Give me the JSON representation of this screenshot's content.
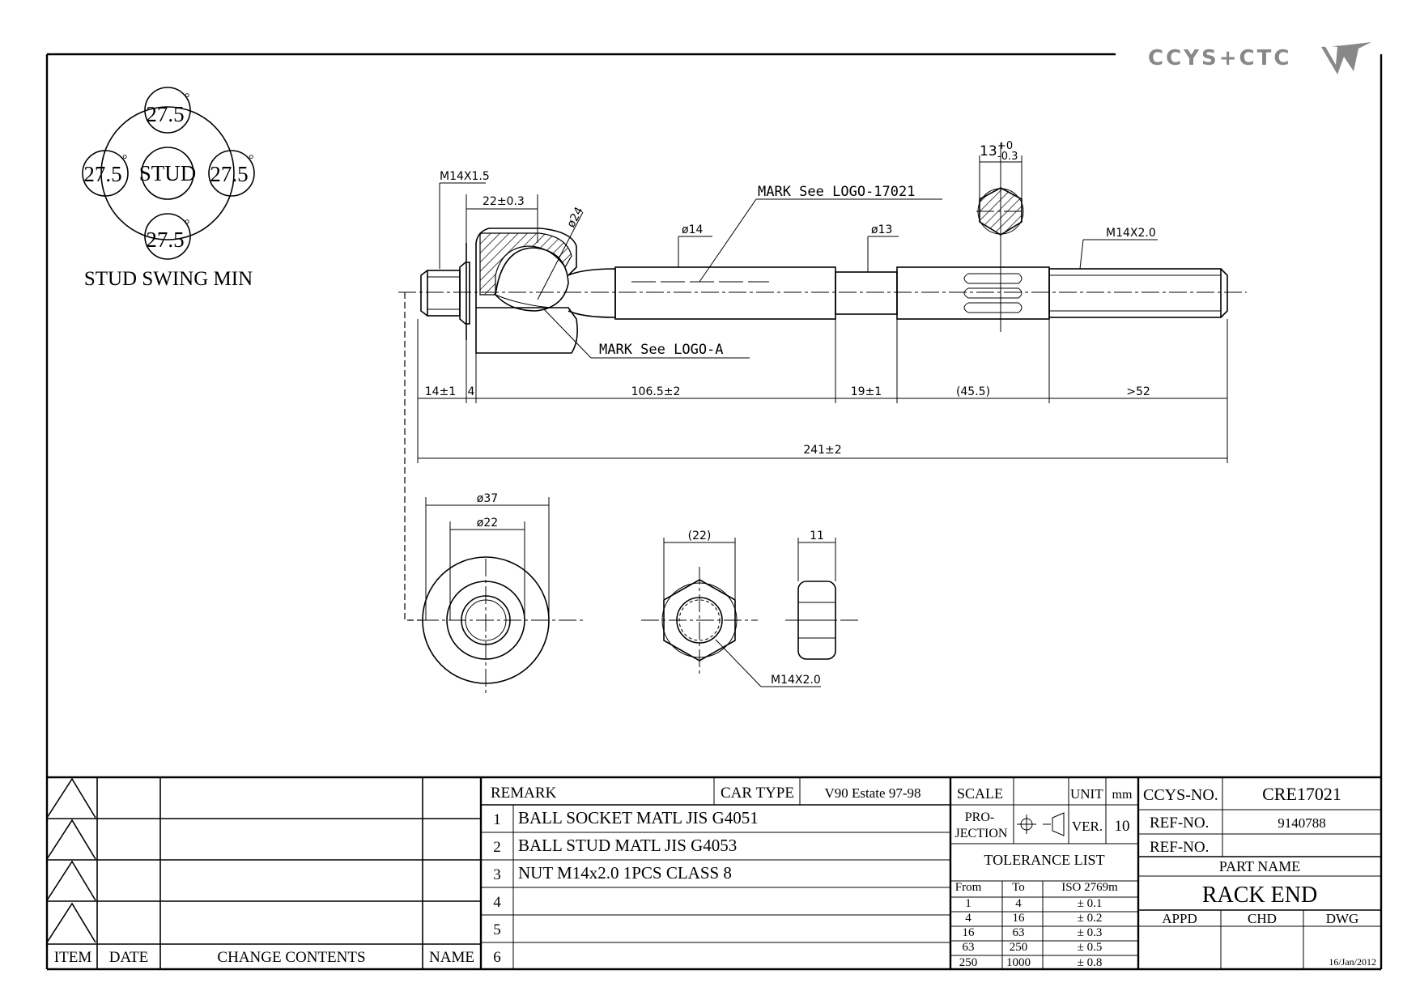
{
  "logo": {
    "text": "CCYS+CTC",
    "icon": "brand-mark-icon"
  },
  "stud_swing": {
    "center": "STUD",
    "angles": [
      "27.5",
      "27.5",
      "27.5",
      "27.5"
    ],
    "degree": "°",
    "caption": "STUD SWING MIN"
  },
  "drawing": {
    "thread_left": "M14X1.5",
    "thread_right": "M14X2.0",
    "socket_len": "22±0.3",
    "ball_dia": "ø24",
    "shaft_dia1": "ø14",
    "shaft_dia2": "ø13",
    "mark_top": "MARK See LOGO-17021",
    "mark_bottom": "MARK See LOGO-A",
    "flat_width": "13",
    "flat_tol_top": "+0",
    "flat_tol_bottom": "-0.3",
    "dims": [
      "14±1",
      "4",
      "106.5±2",
      "19±1",
      "(45.5)",
      ">52"
    ],
    "overall": "241±2",
    "end_dia_outer": "ø37",
    "end_dia_inner": "ø22",
    "nut_width": "(22)",
    "nut_thick": "11",
    "nut_thread": "M14X2.0"
  },
  "revisions": {
    "headers": {
      "item": "ITEM",
      "date": "DATE",
      "change": "CHANGE CONTENTS",
      "name": "NAME"
    }
  },
  "remarks": {
    "title": "REMARK",
    "car_type_label": "CAR TYPE",
    "car_type_value": "V90 Estate 97-98",
    "rows": [
      {
        "no": "1",
        "text": "BALL SOCKET MATL JIS G4051"
      },
      {
        "no": "2",
        "text": "BALL STUD MATL JIS G4053"
      },
      {
        "no": "3",
        "text": "NUT M14x2.0 1PCS CLASS 8"
      },
      {
        "no": "4",
        "text": ""
      },
      {
        "no": "5",
        "text": ""
      },
      {
        "no": "6",
        "text": ""
      }
    ]
  },
  "title_block": {
    "scale_label": "SCALE",
    "scale_value": "",
    "unit_label": "UNIT",
    "unit_value": "mm",
    "projection_label_1": "PRO-",
    "projection_label_2": "JECTION",
    "ver_label": "VER.",
    "ver_value": "10",
    "tolerance_title": "TOLERANCE LIST",
    "tolerance_headers": [
      "From",
      "To",
      "ISO 2769m"
    ],
    "tolerance_rows": [
      [
        "1",
        "4",
        "± 0.1"
      ],
      [
        "4",
        "16",
        "± 0.2"
      ],
      [
        "16",
        "63",
        "± 0.3"
      ],
      [
        "63",
        "250",
        "± 0.5"
      ],
      [
        "250",
        "1000",
        "± 0.8"
      ]
    ],
    "ccys_no_label": "CCYS-NO.",
    "ccys_no_value": "CRE17021",
    "ref_no_label": "REF-NO.",
    "ref_no_value": "9140788",
    "ref_no2_label": "REF-NO.",
    "ref_no2_value": "",
    "part_name_label": "PART NAME",
    "part_name_value": "RACK END",
    "appd": "APPD",
    "chd": "CHD",
    "dwg": "DWG",
    "date": "16/Jan/2012"
  }
}
